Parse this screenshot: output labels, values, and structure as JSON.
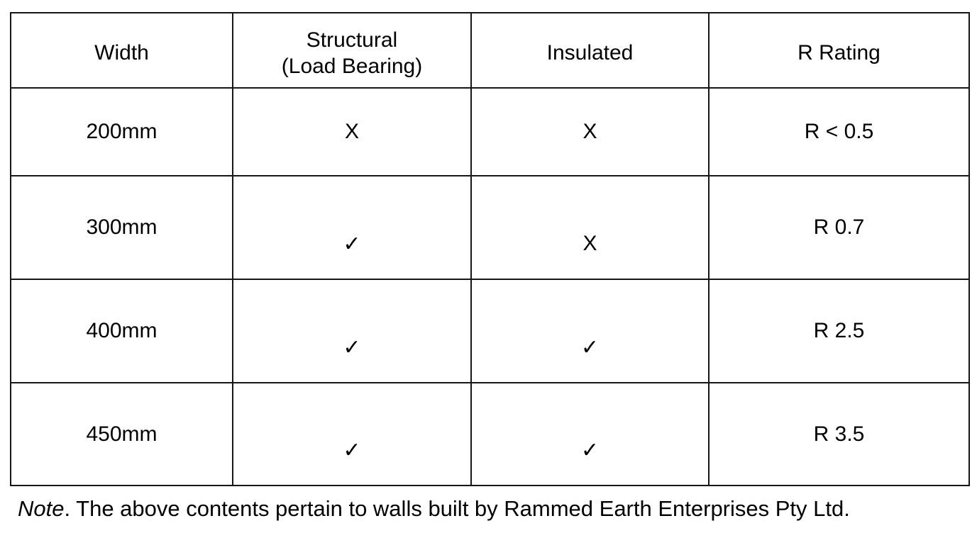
{
  "table": {
    "headers": [
      "Width",
      "Structural\n(Load Bearing)",
      "Insulated",
      "R Rating"
    ],
    "rows": [
      [
        "200mm",
        "X",
        "X",
        "R < 0.5"
      ],
      [
        "300mm",
        "✓",
        "X",
        "R 0.7"
      ],
      [
        "400mm",
        "✓",
        "✓",
        "R 2.5"
      ],
      [
        "450mm",
        "✓",
        "✓",
        "R 3.5"
      ]
    ]
  },
  "note": {
    "lead": "Note",
    "rest": ". The above contents pertain to walls built by Rammed Earth Enterprises Pty Ltd."
  },
  "colors": {
    "text": "#000000",
    "border": "#161616",
    "background": "#ffffff"
  }
}
